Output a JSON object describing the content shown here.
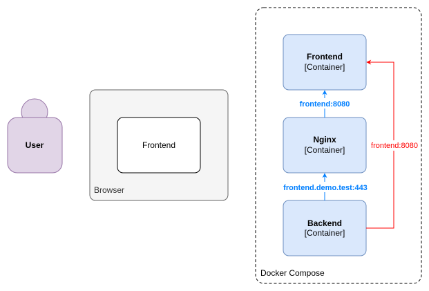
{
  "user": {
    "label": "User",
    "color": "#e1d5e7",
    "stroke": "#9673a6",
    "icon": "user-icon"
  },
  "browser": {
    "label": "Browser",
    "fill": "#f5f5f5",
    "stroke": "#666666",
    "inner": {
      "label": "Frontend"
    }
  },
  "docker_compose": {
    "label": "Docker Compose"
  },
  "containers": {
    "frontend": {
      "title": "Frontend",
      "subtitle": "[Container]"
    },
    "nginx": {
      "title": "Nginx",
      "subtitle": "[Container]"
    },
    "backend": {
      "title": "Backend",
      "subtitle": "[Container]"
    },
    "fill": "#dae8fc",
    "stroke": "#6c8ebf"
  },
  "edges": {
    "nginx_to_frontend": {
      "label": "frontend:8080",
      "color": "#007fff"
    },
    "backend_to_nginx": {
      "label": "frontend.demo.test:443",
      "color": "#007fff"
    },
    "backend_to_frontend": {
      "label": "frontend:8080",
      "color": "#ff0000"
    }
  }
}
